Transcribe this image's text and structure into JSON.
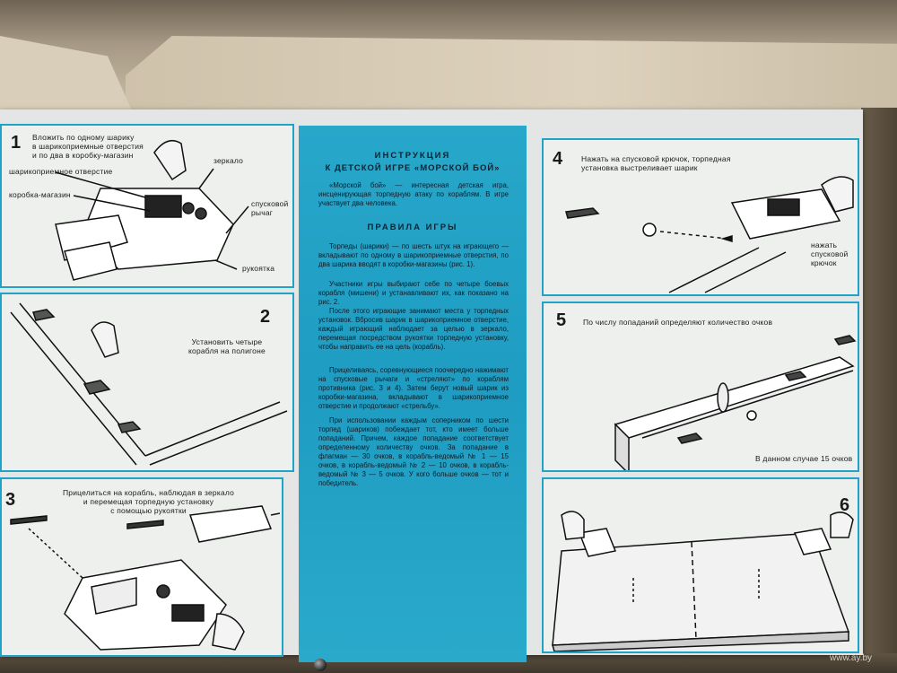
{
  "center": {
    "title_line1": "ИНСТРУКЦИЯ",
    "title_line2": "К ДЕТСКОЙ ИГРЕ «МОРСКОЙ БОЙ»",
    "intro": "«Морской бой» — интересная детская игра, инсценирующая торпедную атаку по кораблям. В игре участвует два человека.",
    "rules_title": "ПРАВИЛА ИГРЫ",
    "paragraphs": [
      "Торпеды (шарики) — по шесть штук на играющего — вкладывают по одному в шарикоприемные отверстия, по два шарика вводят в коробки-магазины (рис. 1).",
      "Участники игры выбирают себе по четыре боевых корабля (мишени) и устанавливают их, как показано на рис. 2.",
      "После этого играющие занимают места у торпедных установок. Вбросив шарик в шарикоприемное отверстие, каждый играющий наблюдает за целью в зеркало, перемещая посредством рукоятки торпедную установку, чтобы направить ее на цель (корабль).",
      "Прицеливаясь, соревнующиеся поочередно нажимают на спусковые рычаги и «стреляют» по кораблям противника (рис. 3 и 4). Затем берут новый шарик из коробки-магазина, вкладывают в шарикоприемное отверстие и продолжают «стрельбу».",
      "При использовании каждым соперником по шести торпед (шариков) побеждает тот, кто имеет больше попаданий. Причем, каждое попадание соответствует определенному количеству очков. За попадание в флагман — 30 очков, в корабль-ведомый № 1 — 15 очков, в корабль-ведомый № 2 — 10 очков, в корабль-ведомый № 3 — 5 очков. У кого больше очков — тот и победитель."
    ]
  },
  "panel1": {
    "num": "1",
    "caption": "Вложить по одному шарику\nв шарикоприемные отверстия\nи по два в коробку-магазин",
    "label_hole": "шарикоприемное отверстие",
    "label_box": "коробка-магазин",
    "label_mirror": "зеркало",
    "label_lever": "спусковой\nрычаг",
    "label_handle": "рукоятка"
  },
  "panel2": {
    "num": "2",
    "caption": "Установить четыре\nкорабля на полигоне"
  },
  "panel3": {
    "num": "3",
    "caption": "Прицелиться на корабль, наблюдая в зеркало\nи перемещая торпедную установку\nс помощью рукоятки"
  },
  "panel4": {
    "num": "4",
    "caption": "Нажать на спусковой крючок, торпедная\nустановка выстреливает шарик",
    "label_trigger": "нажать\nспусковой\nкрючок"
  },
  "panel5": {
    "num": "5",
    "caption": "По числу попаданий определяют количество очков",
    "note": "В данном случае 15 очков"
  },
  "panel6": {
    "num": "6"
  },
  "watermark": "www.ay.by",
  "colors": {
    "accent": "#1fa3c9",
    "center_bg": "#1e9cc2"
  }
}
